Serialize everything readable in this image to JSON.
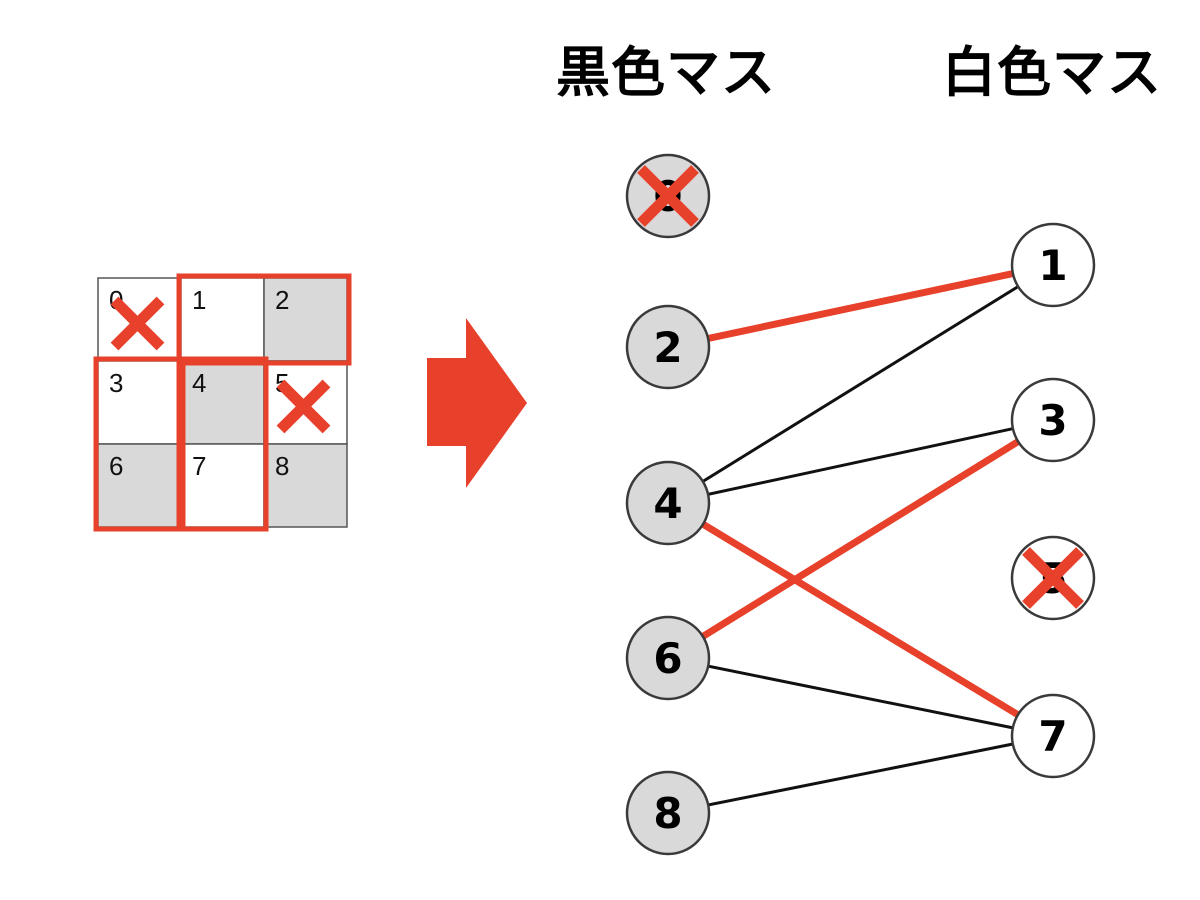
{
  "headings": {
    "black": "黒色マス",
    "white": "白色マス"
  },
  "colors": {
    "accent": "#e8412b",
    "black_cell": "#d9d9d9",
    "white_cell": "#ffffff",
    "edge": "#111111"
  },
  "grid": {
    "cells": [
      {
        "label": "0",
        "color": "white",
        "crossed": true
      },
      {
        "label": "1",
        "color": "white",
        "crossed": false
      },
      {
        "label": "2",
        "color": "gray",
        "crossed": false
      },
      {
        "label": "3",
        "color": "white",
        "crossed": false
      },
      {
        "label": "4",
        "color": "gray",
        "crossed": false
      },
      {
        "label": "5",
        "color": "white",
        "crossed": true
      },
      {
        "label": "6",
        "color": "gray",
        "crossed": false
      },
      {
        "label": "7",
        "color": "white",
        "crossed": false
      },
      {
        "label": "8",
        "color": "gray",
        "crossed": false
      }
    ],
    "dominoes": [
      [
        "1",
        "2"
      ],
      [
        "3",
        "6"
      ],
      [
        "4",
        "7"
      ]
    ]
  },
  "graph": {
    "black_nodes": [
      {
        "label": "0",
        "crossed": true
      },
      {
        "label": "2",
        "crossed": false
      },
      {
        "label": "4",
        "crossed": false
      },
      {
        "label": "6",
        "crossed": false
      },
      {
        "label": "8",
        "crossed": false
      }
    ],
    "white_nodes": [
      {
        "label": "1",
        "crossed": false
      },
      {
        "label": "3",
        "crossed": false
      },
      {
        "label": "5",
        "crossed": true
      },
      {
        "label": "7",
        "crossed": false
      }
    ],
    "edges": [
      {
        "from": "2",
        "to": "1",
        "matched": true
      },
      {
        "from": "4",
        "to": "1",
        "matched": false
      },
      {
        "from": "4",
        "to": "3",
        "matched": false
      },
      {
        "from": "4",
        "to": "7",
        "matched": true
      },
      {
        "from": "6",
        "to": "3",
        "matched": true
      },
      {
        "from": "6",
        "to": "7",
        "matched": false
      },
      {
        "from": "8",
        "to": "7",
        "matched": false
      }
    ]
  }
}
